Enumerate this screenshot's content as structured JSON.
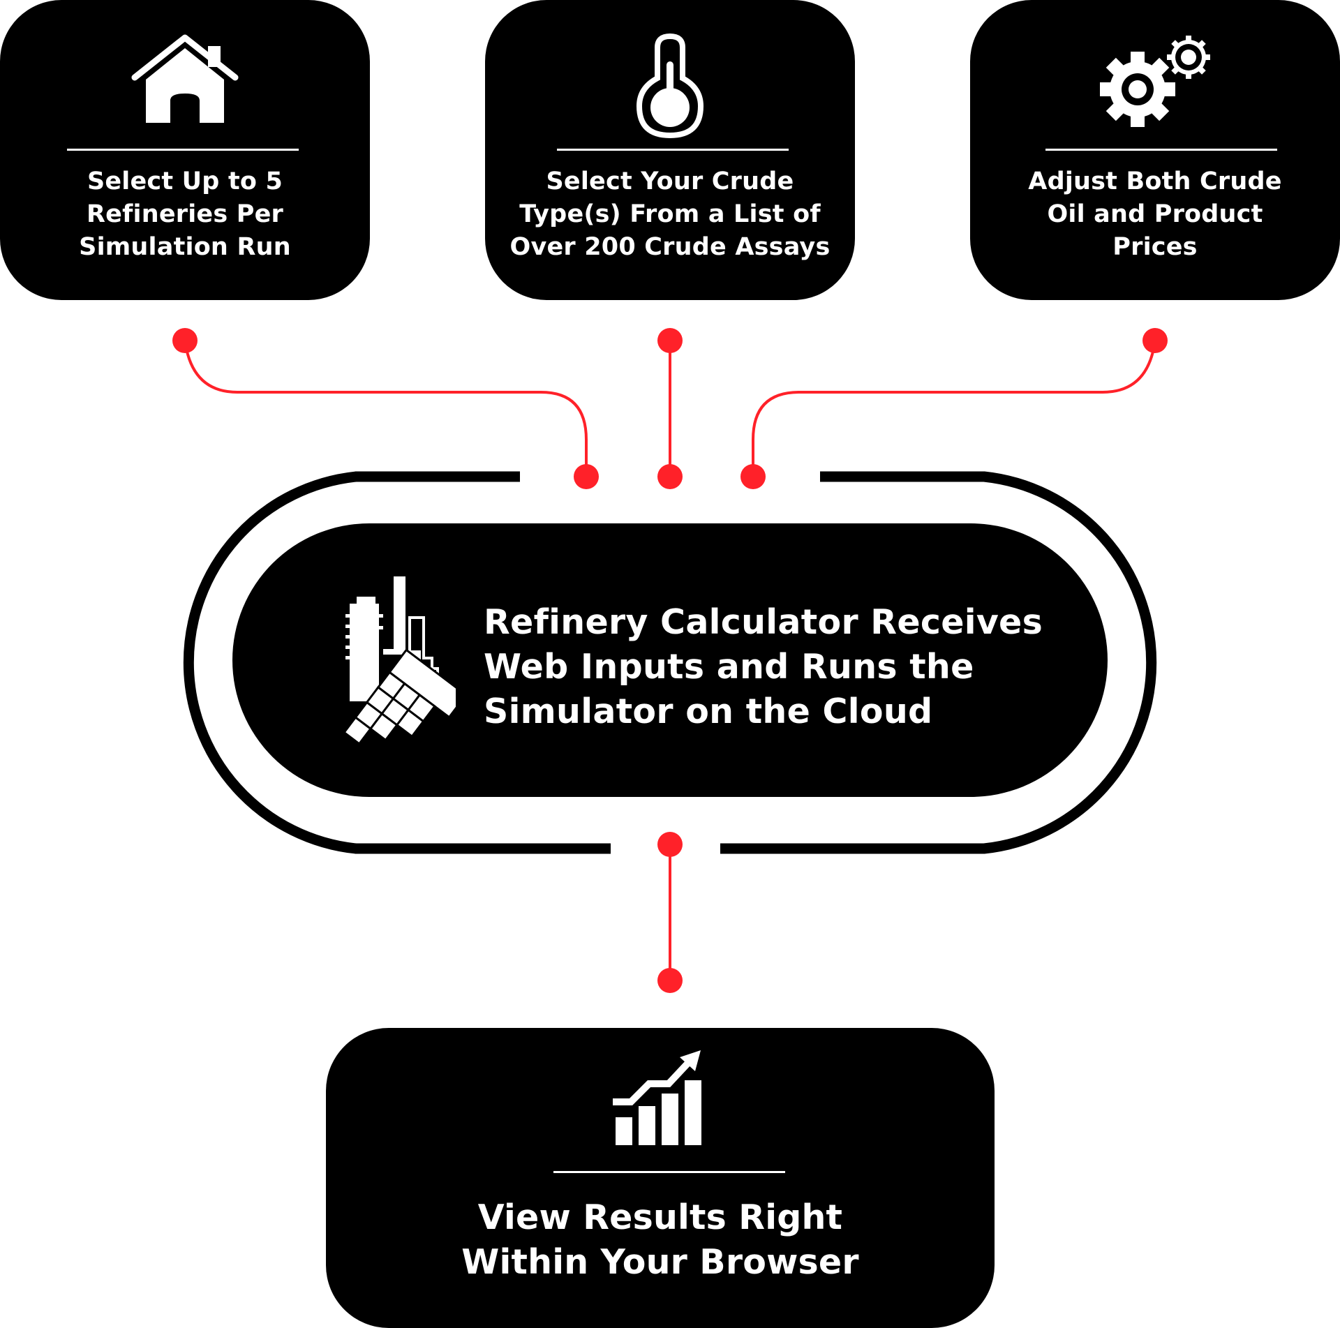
{
  "colors": {
    "box_fill": "#000000",
    "text": "#ffffff",
    "connector": "#ff2129",
    "background": "#ffffff"
  },
  "steps": [
    {
      "icon": "house-icon",
      "caption": "Select Up to 5\nRefineries Per\nSimulation Run"
    },
    {
      "icon": "thermometer-icon",
      "caption": "Select Your Crude\nType(s) From a List of\nOver 200 Crude Assays"
    },
    {
      "icon": "gears-icon",
      "caption": "Adjust Both Crude\nOil and Product\nPrices"
    }
  ],
  "center": {
    "icon": "refinery-calculator-icon",
    "caption": "Refinery Calculator Receives\nWeb Inputs and Runs the\nSimulator on the Cloud"
  },
  "result": {
    "icon": "growth-chart-icon",
    "caption": "View Results Right\nWithin Your Browser"
  }
}
